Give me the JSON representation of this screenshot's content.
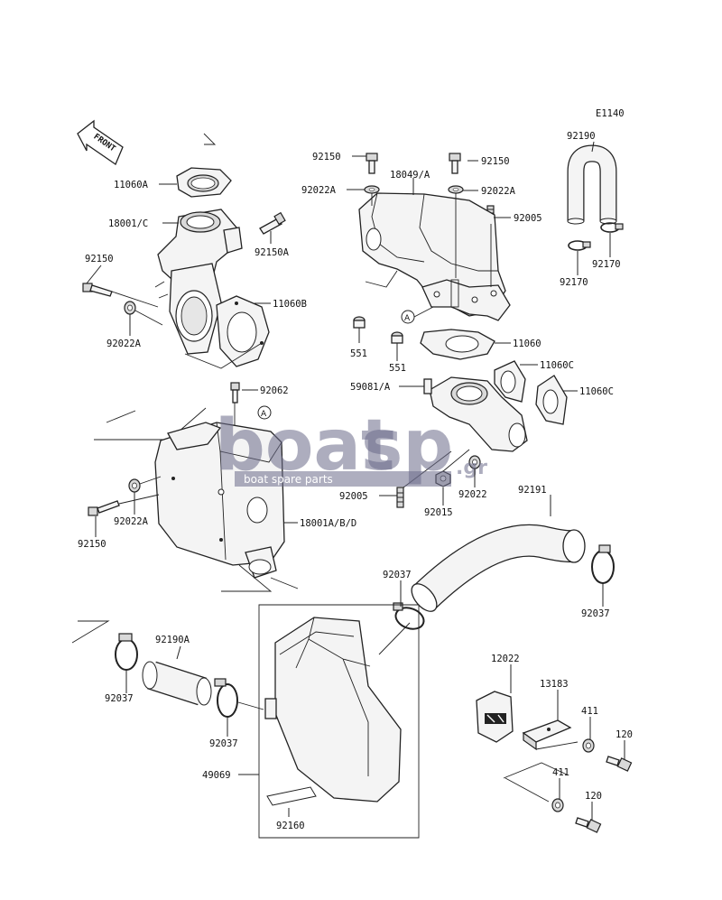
{
  "diagram": {
    "code": "E1140",
    "front_label": "FRONT",
    "ref_marker": "A",
    "watermark": {
      "word1": "boat",
      "word2": "sp",
      "suffix": ".gr",
      "tagline": "boat spare parts"
    },
    "labels": {
      "p11060A": "11060A",
      "p18001C": "18001/C",
      "p92150A": "92150A",
      "p92150_left": "92150",
      "p11060B": "11060B",
      "p92022A_left": "92022A",
      "p92150_top": "92150",
      "p18049A": "18049/A",
      "p92150_topright": "92150",
      "p92022A_top": "92022A",
      "p92022A_topright": "92022A",
      "p92005_top": "92005",
      "p551_a": "551",
      "p551_b": "551",
      "p11060": "11060",
      "p11060C_a": "11060C",
      "p11060C_b": "11060C",
      "p59081A": "59081/A",
      "p92062": "92062",
      "p92190": "92190",
      "p92170_a": "92170",
      "p92170_b": "92170",
      "p92005_mid": "92005",
      "p92015": "92015",
      "p92022": "92022",
      "p92191": "92191",
      "p92022A_mid": "92022A",
      "p92150_mid": "92150",
      "p18001ABD": "18001A/B/D",
      "p92037_a": "92037",
      "p92037_b": "92037",
      "p92190A": "92190A",
      "p92037_c": "92037",
      "p92037_d": "92037",
      "p12022": "12022",
      "p13183": "13183",
      "p411_a": "411",
      "p120_a": "120",
      "p49069": "49069",
      "p411_b": "411",
      "p120_b": "120",
      "p92160": "92160"
    }
  }
}
